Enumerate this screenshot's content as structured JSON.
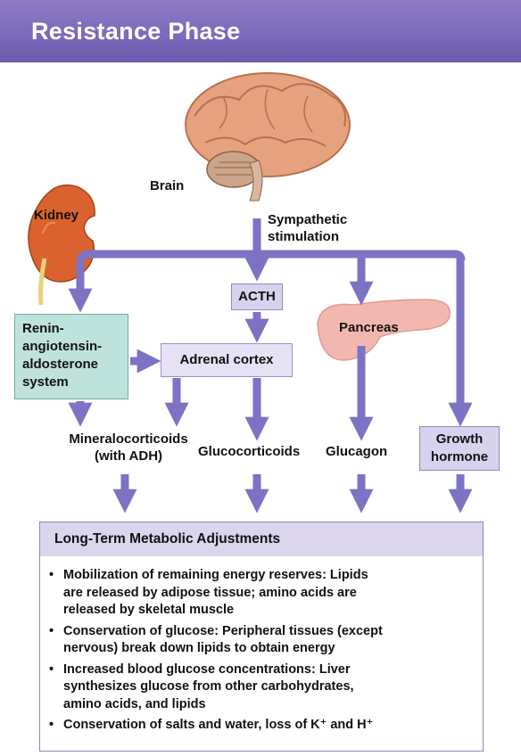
{
  "title": "Resistance Phase",
  "labels": {
    "brain": "Brain",
    "sympathetic_1": "Sympathetic",
    "sympathetic_2": "stimulation",
    "kidney": "Kidney",
    "acth": "ACTH",
    "pancreas": "Pancreas",
    "renin_1": "Renin-",
    "renin_2": "angiotensin-",
    "renin_3": "aldosterone",
    "renin_4": "system",
    "adrenal_cortex": "Adrenal cortex",
    "mineralocorticoids_1": "Mineralocorticoids",
    "mineralocorticoids_2": "(with ADH)",
    "glucocorticoids": "Glucocorticoids",
    "glucagon": "Glucagon",
    "growth_1": "Growth",
    "growth_2": "hormone"
  },
  "panel": {
    "heading": "Long-Term Metabolic Adjustments",
    "bullet_char": "•",
    "items": [
      {
        "l1": "Mobilization of remaining energy reserves: Lipids",
        "l2": "are released by adipose tissue; amino acids are",
        "l3": "released by skeletal muscle"
      },
      {
        "l1": "Conservation of glucose: Peripheral tissues (except",
        "l2": "nervous) break down lipids to obtain energy",
        "l3": ""
      },
      {
        "l1": "Increased blood glucose concentrations: Liver",
        "l2": "synthesizes glucose from other carbohydrates,",
        "l3": "amino acids, and lipids"
      },
      {
        "l1": "Conservation of salts and water, loss of K⁺ and H⁺",
        "l2": "",
        "l3": ""
      }
    ]
  },
  "colors": {
    "arrow": "#7d73c4",
    "title_bar": "#7b69b9",
    "renin_fill": "#bfe3dc",
    "box_fill": "#d9d2ee",
    "panel_head": "#dcd5ee",
    "kidney": "#d9622e",
    "pancreas": "#f2b8b0",
    "brain": "#e8a985"
  }
}
